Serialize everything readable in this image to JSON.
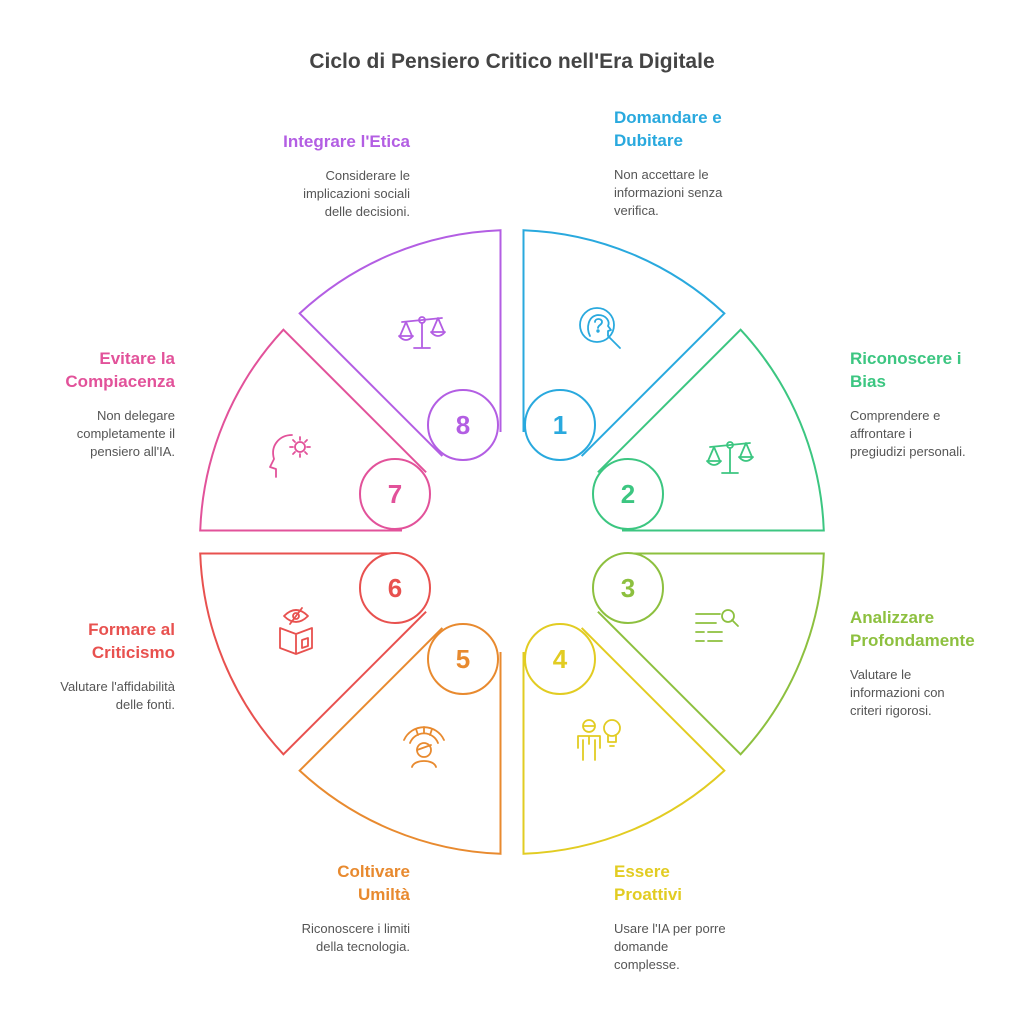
{
  "title": "Ciclo di Pensiero Critico nell'Era Digitale",
  "steps": [
    {
      "number": "1",
      "title_lines": [
        "Domandare e",
        "Dubitare"
      ],
      "desc_lines": [
        "Non accettare le",
        "informazioni senza",
        "verifica."
      ],
      "color": "#29a9de",
      "icon": "head-question-magnifier-icon"
    },
    {
      "number": "2",
      "title_lines": [
        "Riconoscere i",
        "Bias"
      ],
      "desc_lines": [
        "Comprendere e",
        "affrontare i",
        "pregiudizi personali."
      ],
      "color": "#3cc681",
      "icon": "balance-scale-icon"
    },
    {
      "number": "3",
      "title_lines": [
        "Analizzare",
        "Profondamente"
      ],
      "desc_lines": [
        "Valutare le",
        "informazioni con",
        "criteri rigorosi."
      ],
      "color": "#8dc03f",
      "icon": "list-search-icon"
    },
    {
      "number": "4",
      "title_lines": [
        "Essere",
        "Proattivi"
      ],
      "desc_lines": [
        "Usare l'IA per porre",
        "domande",
        "complesse."
      ],
      "color": "#e2cc22",
      "icon": "person-lightbulb-icon"
    },
    {
      "number": "5",
      "title_lines": [
        "Coltivare",
        "Umiltà"
      ],
      "desc_lines": [
        "Riconoscere i limiti",
        "della tecnologia."
      ],
      "color": "#e88a2f",
      "icon": "person-gauge-icon"
    },
    {
      "number": "6",
      "title_lines": [
        "Formare al",
        "Criticismo"
      ],
      "desc_lines": [
        "Valutare l'affidabilità",
        "delle fonti."
      ],
      "color": "#e8514f",
      "icon": "book-eye-icon"
    },
    {
      "number": "7",
      "title_lines": [
        "Evitare la",
        "Compiacenza"
      ],
      "desc_lines": [
        "Non delegare",
        "completamente il",
        "pensiero all'IA."
      ],
      "color": "#e2529a",
      "icon": "head-gear-icon"
    },
    {
      "number": "8",
      "title_lines": [
        "Integrare l'Etica"
      ],
      "desc_lines": [
        "Considerare le",
        "implicazioni sociali",
        "delle decisioni."
      ],
      "color": "#b35ee3",
      "icon": "balance-scale-icon"
    }
  ]
}
